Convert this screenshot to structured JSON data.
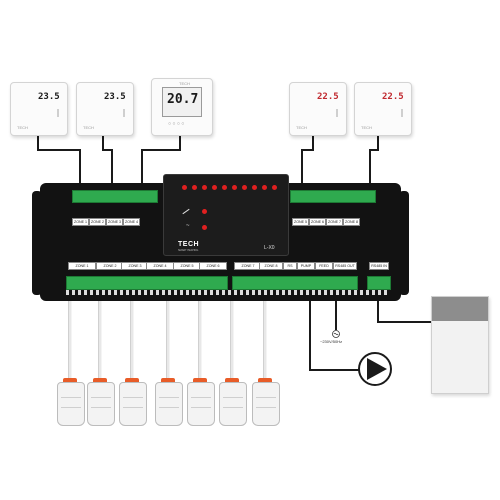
{
  "thermostats": [
    {
      "reading": "23.5",
      "brand": "TECH",
      "color": "#1a1a1a"
    },
    {
      "reading": "23.5",
      "brand": "TECH",
      "color": "#1a1a1a"
    },
    {
      "reading": "20.7",
      "brand": "TECH",
      "color": "#1a1a1a"
    },
    {
      "reading": "22.5",
      "brand": "TECH",
      "color": "#c0282e"
    },
    {
      "reading": "22.5",
      "brand": "TECH",
      "color": "#c0282e"
    }
  ],
  "controller": {
    "logo": "TECH",
    "logo_sub": "SMART HEATING",
    "model": "L-X0",
    "led_count": 10
  },
  "top_terminal_labels": [
    "ZONE 1",
    "ZONE 2",
    "ZONE 3",
    "ZONE 4",
    "ZONE 5",
    "ZONE 6",
    "ZONE 7",
    "ZONE 8"
  ],
  "bottom_terminal_labels": [
    "ZONE 1",
    "ZONE 2",
    "ZONE 3",
    "ZONE 4",
    "ZONE 5",
    "ZONE 6",
    "ZONE 7",
    "ZONE 8",
    "RS",
    "PUMP",
    "FEED",
    "RS485 OUT",
    "RS485 IN"
  ],
  "power_label": "~230V/50Hz",
  "actuator_count": 7,
  "colors": {
    "box": "#121212",
    "terminal_green": "#2faa4f",
    "led_red": "#e02020",
    "actuator_cap": "#e85c28",
    "cable": "#1a1a1a"
  }
}
